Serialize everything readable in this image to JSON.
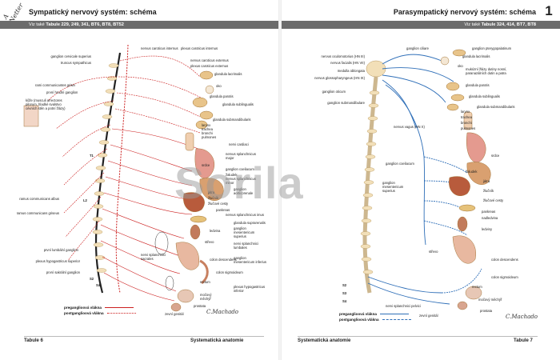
{
  "left_page": {
    "logo": "A Netter",
    "title": "Sympatický nervový systém: schéma",
    "see_also_prefix": "Viz také",
    "see_also_refs": "Tabule 229, 249, 341, BT6, BT8, BT52",
    "labels": [
      "ganglion cervicale superius",
      "nervus caroticus internus",
      "plexus caroticus internus",
      "truncus sympathicus",
      "nervus caroticus externus",
      "plexus caroticus externus",
      "glandula lacrimalis",
      "oko",
      "glandula parotis",
      "rami communicantes grisei",
      "první hrudní ganglion",
      "kůže (musculi arrectores pilorum, hladké svalstvo cévních stěn a potní žlázy)",
      "glandula sublingualis",
      "glandula submandibularis",
      "larynx",
      "trachea",
      "bronchi",
      "pulmones",
      "nervi cardiaci",
      "srdce",
      "nervus splanchnicus major",
      "ganglion coeliacum",
      "žaludek",
      "nervus splanchnicus minor",
      "játra",
      "žlučník",
      "žlučové cesty",
      "ganglion aorticorenale",
      "ramus communicans albus",
      "ramus communicans griseus",
      "pankreas",
      "nervus splanchnicus imus",
      "glandula suprarenalis",
      "ledvina",
      "ganglion mesentericum superius",
      "střevo",
      "nervi splanchnici lumbales",
      "první lumbální ganglion",
      "nervi splanchnici sacrales",
      "ganglion mesentericum inferius",
      "colon descendens",
      "colon sigmoideum",
      "plexus hypogastricus superior",
      "první sakrální ganglion",
      "rectum",
      "plexus hypogastricus inferior",
      "močový měchýř",
      "prostata",
      "zevní genitál"
    ],
    "spinal_marks": [
      "T1",
      "L2",
      "S2",
      "S4"
    ],
    "legend": {
      "pre": "preganglioová vlákna",
      "post": "postganglioová vlákna"
    },
    "signature": "C.Machado",
    "footer_left": "Tabule 6",
    "footer_right": "Systematická anatomie"
  },
  "right_page": {
    "page_number": "1",
    "title": "Parasympatický nervový systém: schéma",
    "see_also_prefix": "Viz také",
    "see_also_refs": "Tabule 324, 414, BT7, BT8",
    "labels": [
      "ganglion ciliare",
      "ganglion pterygopalatinum",
      "nervus oculomotorius (HN III)",
      "glandula lacrimalis",
      "nervus facialis (HN VII)",
      "oko",
      "medulla oblongata",
      "mukózní žlázy dutiny nosní, paranazálních dutin a patra",
      "nervus glossopharyngeus (HN IX)",
      "glandula parotis",
      "ganglion oticum",
      "glandula sublingualis",
      "ganglion submandibulare",
      "glandula submandibularis",
      "larynx",
      "trachea",
      "bronchi",
      "pulmones",
      "nervus vagus (HN X)",
      "srdce",
      "ganglion coeliacum",
      "žaludek",
      "játra",
      "ganglion mesentericum superius",
      "žlučník",
      "žlučové cesty",
      "pankreas",
      "nadledvina",
      "ledviny",
      "střevo",
      "colon descendens",
      "colon sigmoideum",
      "rectum",
      "nervi splanchnici pelvici",
      "močový měchýř",
      "prostata",
      "zevní genitál"
    ],
    "spinal_marks": [
      "S2",
      "S3",
      "S4"
    ],
    "legend": {
      "pre": "preganglioová vlákna",
      "post": "postganglioová vlákna"
    },
    "signature": "C.Machado",
    "footer_left": "Systematická anatomie",
    "footer_right": "Tabule 7"
  },
  "watermark": "Sorila",
  "colors": {
    "sympathetic": "#cc1f1f",
    "parasympathetic": "#2f6fb8",
    "bar": "#6c6c6c",
    "organ": "#e8c48a"
  }
}
